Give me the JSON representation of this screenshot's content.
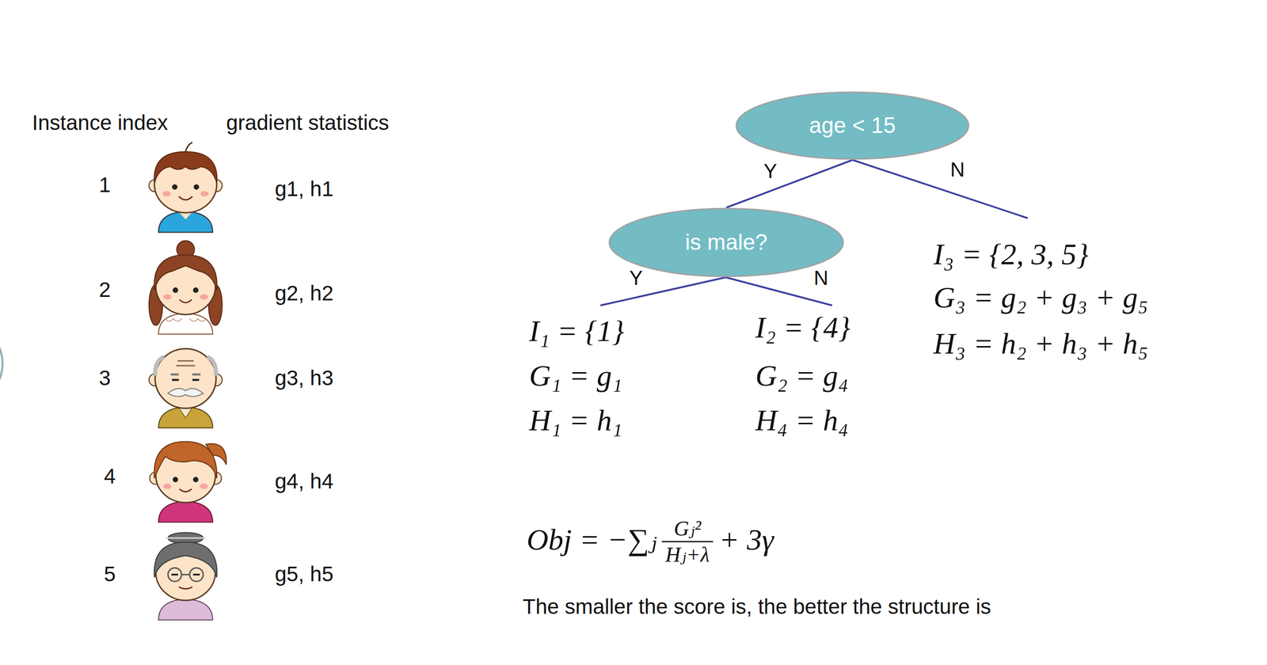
{
  "diagram": {
    "nodes": [
      {
        "text": [
          "age < 15"
        ]
      },
      {
        "text": [
          "is male?"
        ]
      }
    ],
    "edges": [
      {
        "from": 0,
        "to": 1,
        "arrow": "none",
        "label": "Y"
      }
    ],
    "labels": [
      "Instance index",
      "gradient statistics",
      "1",
      "g1, h1",
      "2",
      "g2, h2",
      "3",
      "g3, h3",
      "4",
      "g4, h4",
      "5",
      "g5, h5",
      "N",
      "Y",
      "N",
      "I₃ = {2, 3, 5}",
      "G₃ = g₂ + g₃ + g₅",
      "H₃ = h₂ + h₃ + h₅",
      "I₁ = {1}",
      "G₁ = g₁",
      "H₁ = h₁",
      "I₂ = {4}",
      "G₂ = g₄",
      "H₄ = h₄",
      "Obj = −∑ⱼ",
      "Gⱼ²",
      "Hⱼ+λ",
      "+ 3γ",
      "The smaller the score is, the better the structure is"
    ]
  }
}
